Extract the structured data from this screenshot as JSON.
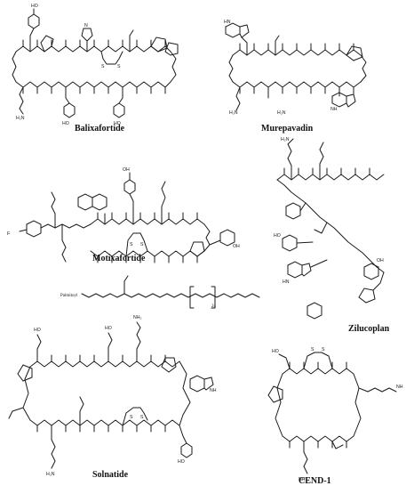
{
  "figure": {
    "molecules": [
      {
        "id": "balixafortide",
        "name": "Balixafortide"
      },
      {
        "id": "murepavadin",
        "name": "Murepavadin"
      },
      {
        "id": "motixafortide",
        "name": "Motixafortide"
      },
      {
        "id": "zilucoplan",
        "name": "Zilucoplan",
        "prefix": "Palmitoyl",
        "repeat": "24"
      },
      {
        "id": "solnatide",
        "name": "Solnatide"
      },
      {
        "id": "cend1",
        "name": "CEND-1"
      }
    ]
  }
}
